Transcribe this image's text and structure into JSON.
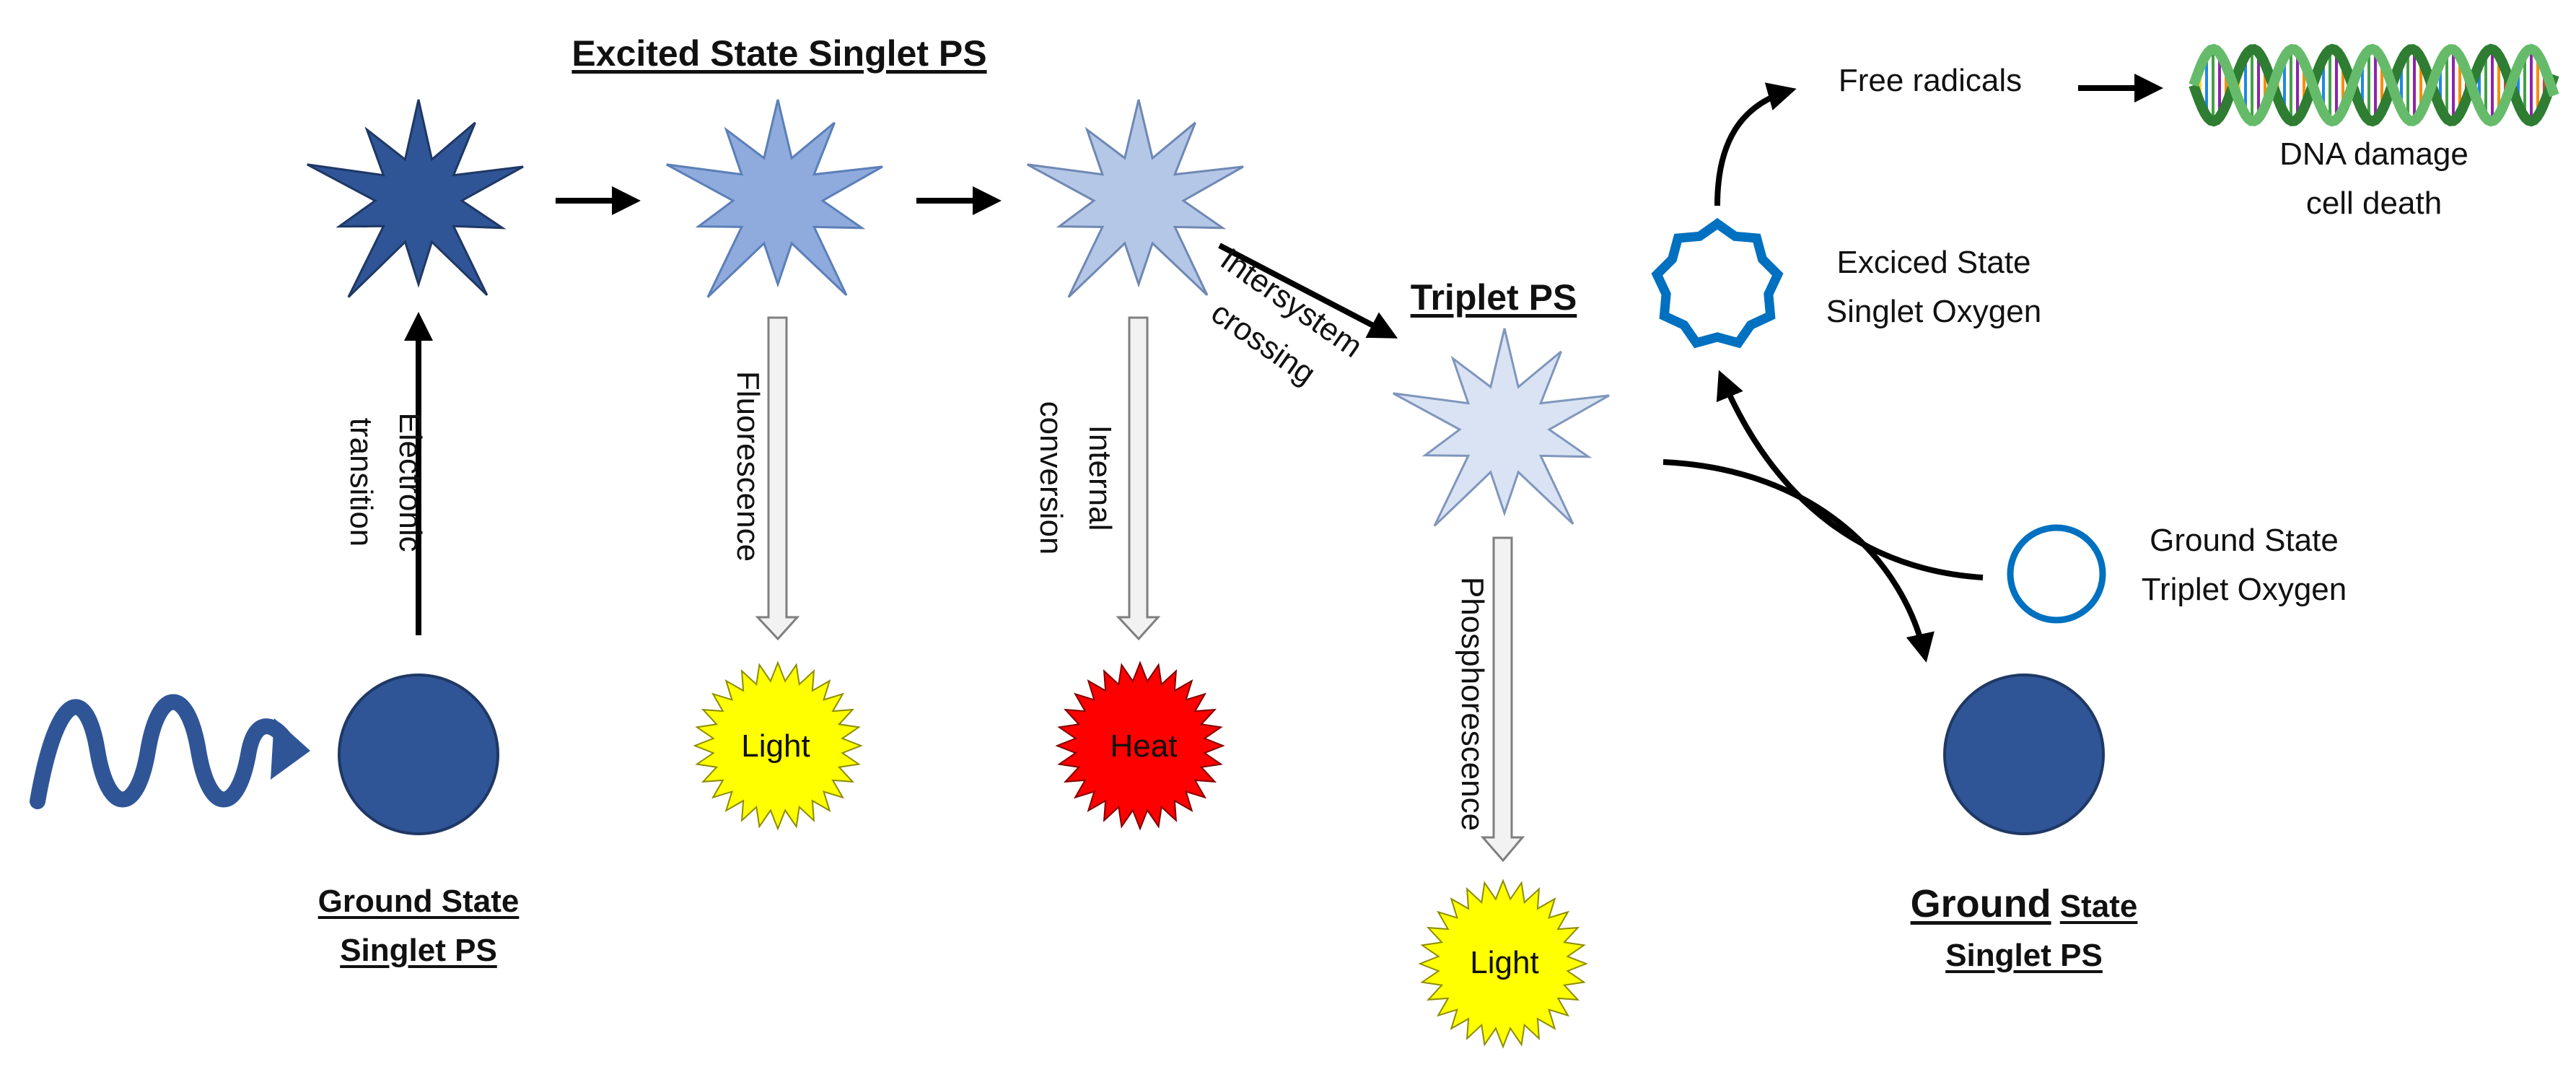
{
  "title": "Excited State Singlet PS",
  "labels": {
    "ground_state_singlet_ps_left": [
      "Ground State",
      "Singlet PS"
    ],
    "electronic_transition": [
      "Electronic",
      "transition"
    ],
    "fluorescence": "Fluorescence",
    "internal_conversion": [
      "Internal",
      "conversion"
    ],
    "intersystem_crossing": [
      "Intersystem",
      "crossing"
    ],
    "triplet_ps": "Triplet PS",
    "phosphorescence": "Phosphorescence",
    "light_1": "Light",
    "heat": "Heat",
    "light_2": "Light",
    "free_radicals": "Free radicals",
    "dna_damage": [
      "DNA damage",
      "cell death"
    ],
    "excited_singlet_oxygen": [
      "Exciced State",
      "Singlet Oxygen"
    ],
    "ground_triplet_oxygen": [
      "Ground State",
      "Triplet Oxygen"
    ],
    "ground_state_right_1": "Ground",
    "ground_state_right_2": "State",
    "ground_state_right_3": "Singlet PS"
  },
  "colors": {
    "ps_ground": "#2f5597",
    "ps_excited_1": "#2f5597",
    "ps_excited_2": "#8faadc",
    "ps_excited_3": "#b4c7e7",
    "ps_triplet": "#dae3f3",
    "light": "#ffff00",
    "heat": "#ff0000",
    "oxygen": "#0070c0",
    "arrow": "#000000",
    "wave": "#2f5597"
  },
  "icons": [
    "light-wave-icon",
    "dna-helix-icon"
  ]
}
